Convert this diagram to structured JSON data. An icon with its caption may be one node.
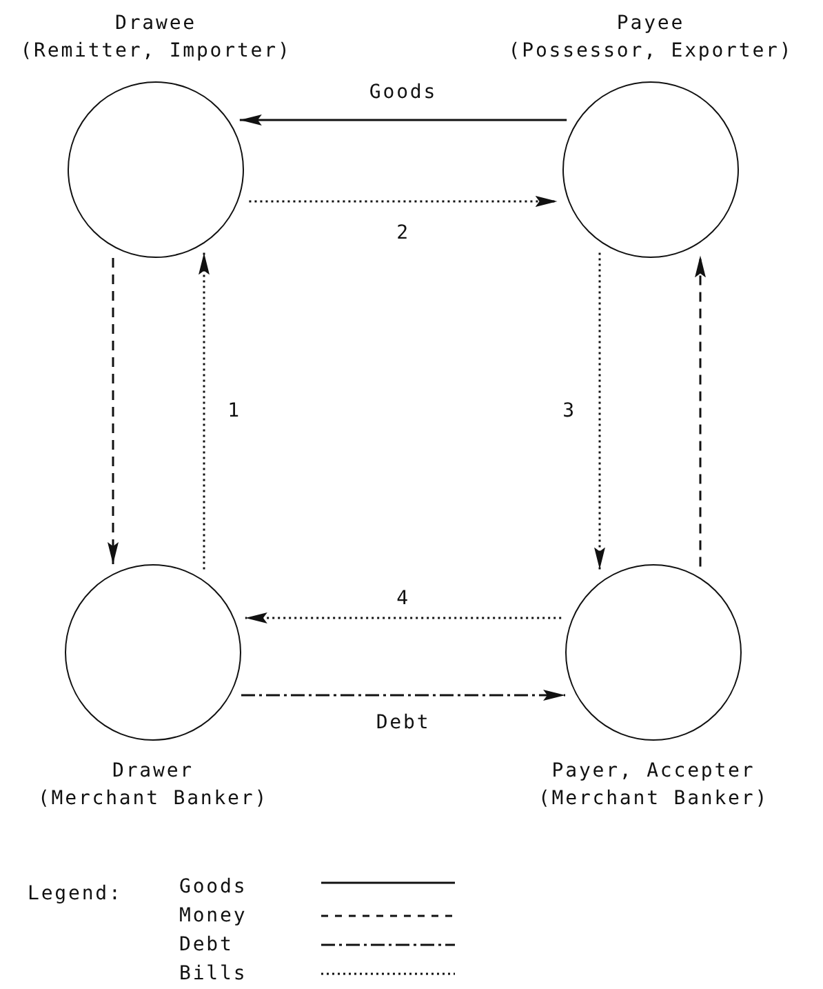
{
  "diagram": {
    "nodes": [
      {
        "text": [
          "Drawee",
          "(Remitter, Importer)"
        ]
      },
      {
        "text": [
          "Payee",
          "(Possessor, Exporter)"
        ]
      },
      {
        "text": [
          "Drawer",
          "(Merchant Banker)"
        ]
      },
      {
        "text": [
          "Payer, Accepter",
          "(Merchant Banker)"
        ]
      }
    ],
    "edges": [
      {
        "from": 1,
        "to": 0,
        "arrow": "to",
        "label": "Goods"
      },
      {
        "from": 0,
        "to": 1,
        "arrow": "to",
        "label": "2",
        "style": "dashed"
      },
      {
        "from": 0,
        "to": 2,
        "arrow": "to",
        "style": "dashed"
      },
      {
        "from": 2,
        "to": 0,
        "arrow": "to",
        "label": "1",
        "style": "dashed"
      },
      {
        "from": 1,
        "to": 3,
        "arrow": "to",
        "label": "3",
        "style": "dashed"
      },
      {
        "from": 3,
        "to": 1,
        "arrow": "to",
        "style": "dashed"
      },
      {
        "from": 3,
        "to": 2,
        "arrow": "to",
        "label": "4",
        "style": "dashed"
      },
      {
        "from": 2,
        "to": 3,
        "arrow": "to",
        "label": "Debt",
        "style": "dashed"
      }
    ],
    "labels": [
      "Legend:"
    ],
    "legend": [
      {
        "text": "Goods"
      },
      {
        "text": "Money"
      },
      {
        "text": "Debt"
      },
      {
        "text": "Bills"
      }
    ]
  }
}
